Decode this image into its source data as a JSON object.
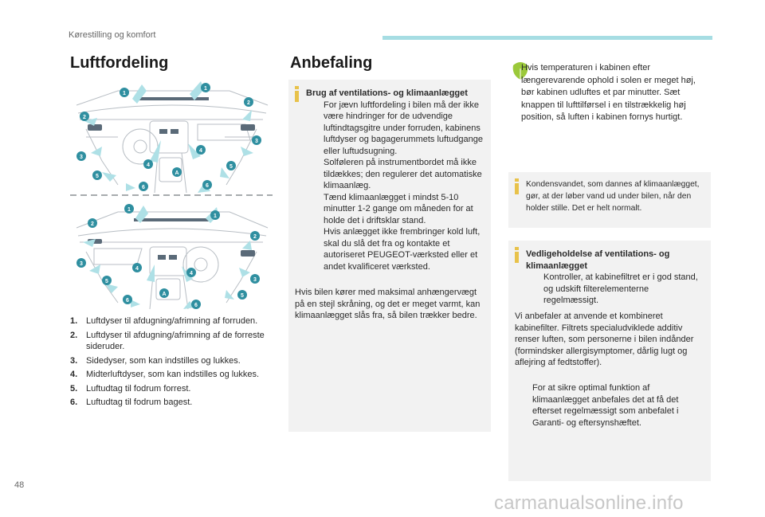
{
  "header": {
    "section": "Kørestilling og komfort"
  },
  "left": {
    "title": "Luftfordeling",
    "legend": [
      {
        "num": "1.",
        "text": "Luftdyser til afdugning/afrimning af forruden."
      },
      {
        "num": "2.",
        "text": "Luftdyser til afdugning/afrimning af de forreste sideruder."
      },
      {
        "num": "3.",
        "text": "Sidedyser, som kan indstilles og lukkes."
      },
      {
        "num": "4.",
        "text": "Midterluftdyser, som kan indstilles og lukkes."
      },
      {
        "num": "5.",
        "text": "Luftudtag til fodrum forrest."
      },
      {
        "num": "6.",
        "text": "Luftudtag til fodrum bagest."
      }
    ],
    "callouts_top": [
      "1",
      "1",
      "2",
      "2",
      "3",
      "3",
      "4",
      "4",
      "5",
      "5",
      "6",
      "6",
      "A"
    ],
    "callouts_bottom": [
      "1",
      "1",
      "2",
      "2",
      "3",
      "3",
      "4",
      "4",
      "5",
      "5",
      "6",
      "6",
      "A"
    ]
  },
  "middle": {
    "title": "Anbefaling",
    "box_title": "Brug af ventilations- og klimaanlægget",
    "bullet_marker": "",
    "bullets": [
      "For jævn luftfordeling i bilen må der ikke være hindringer for de udvendige luftindtagsgitre under forruden, kabinens luftdyser og bagagerummets luftudgange eller luftudsugning.",
      "Solføleren på instrumentbordet må ikke tildækkes; den regulerer det automatiske klimaanlæg.",
      "Tænd klimaanlægget i mindst 5-10 minutter 1-2 gange om måneden for at holde det i driftsklar stand.",
      "Hvis anlægget ikke frembringer kold luft, skal du slå det fra og kontakte et autoriseret PEUGEOT-værksted eller et andet kvalificeret værksted."
    ],
    "closing": "Hvis bilen kører med maksimal anhængervægt på en stejl skråning, og det er meget varmt, kan klimaanlægget slås fra, så bilen trækker bedre."
  },
  "right": {
    "eco_text": "Hvis temperaturen i kabinen efter længerevarende ophold i solen er meget høj, bør kabinen udluftes et par minutter. Sæt knappen til lufttilførsel i en tilstrækkelig høj position, så luften i kabinen fornys hurtigt.",
    "condensation_text": "Kondensvandet, som dannes af klimaanlægget, gør, at der løber vand ud under bilen, når den holder stille. Det er helt normalt.",
    "maintenance_title": "Vedligeholdelse af ventilations- og klimaanlægget",
    "maint_bullet1": "Kontroller, at kabinefiltret er i god stand, og udskift filterelementerne regelmæssigt.",
    "maint_text": "Vi anbefaler at anvende et kombineret kabinefilter. Filtrets specialudviklede additiv renser luften, som personerne i bilen indånder (formindsker allergisymptomer, dårlig lugt og aflejring af fedtstoffer).",
    "maint_bullet2": "For at sikre optimal funktion af klimaanlægget anbefales det at få det efterset regelmæssigt som anbefalet i Garanti- og eftersynshæftet."
  },
  "footer": {
    "page": "48",
    "watermark": "carmanualsonline.info"
  },
  "colors": {
    "accent": "#a6dde3",
    "callout": "#2f8fa0",
    "info": "#e8c24a",
    "eco": "#9bc93a",
    "box": "#f2f2f2"
  }
}
